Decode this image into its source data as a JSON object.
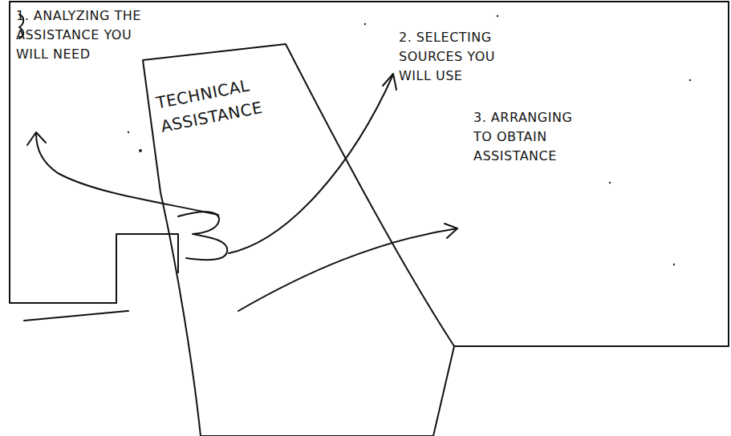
{
  "diagram": {
    "nodes": [
      {
        "text": [
          "TECHNICAL ASSISTANCE"
        ]
      }
    ],
    "labels": [
      "1. ANALYZING THE ASSISTANCE YOU WILL NEED",
      "2. SELECTING SOURCES YOU WILL USE",
      "3. ARRANGING TO OBTAIN ASSISTANCE"
    ]
  }
}
